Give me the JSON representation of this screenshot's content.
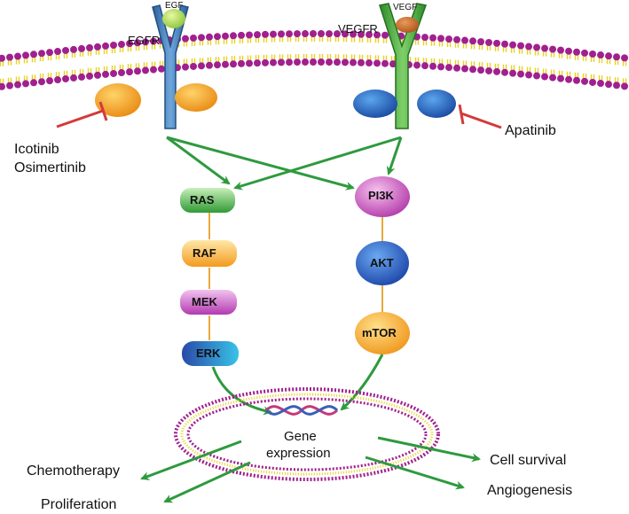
{
  "receptors": {
    "egfr": {
      "label": "EGFR",
      "ligand": "EGF"
    },
    "vegfr": {
      "label": "VEGFR",
      "ligand": "VEGF"
    }
  },
  "drugs": {
    "egfr_inhibitors": [
      "Icotinib",
      "Osimertinib"
    ],
    "vegfr_inhibitor": "Apatinib"
  },
  "pathway_left": [
    "RAS",
    "RAF",
    "MEK",
    "ERK"
  ],
  "pathway_right": [
    "PI3K",
    "AKT",
    "mTOR"
  ],
  "nucleus": {
    "line1": "Gene",
    "line2": "expression"
  },
  "outcomes": {
    "chemotherapy": "Chemotherapy",
    "proliferation": "Proliferation",
    "cell_survival": "Cell  survival",
    "angiogenesis": "Angiogenesis"
  },
  "colors": {
    "membrane_head": "#a0208f",
    "membrane_tail": "#e6d31f",
    "egfr": "#3f79b6",
    "vegfr": "#3fa53a",
    "arrow": "#2e9a3e",
    "inhibitor": "#d43a3a"
  }
}
